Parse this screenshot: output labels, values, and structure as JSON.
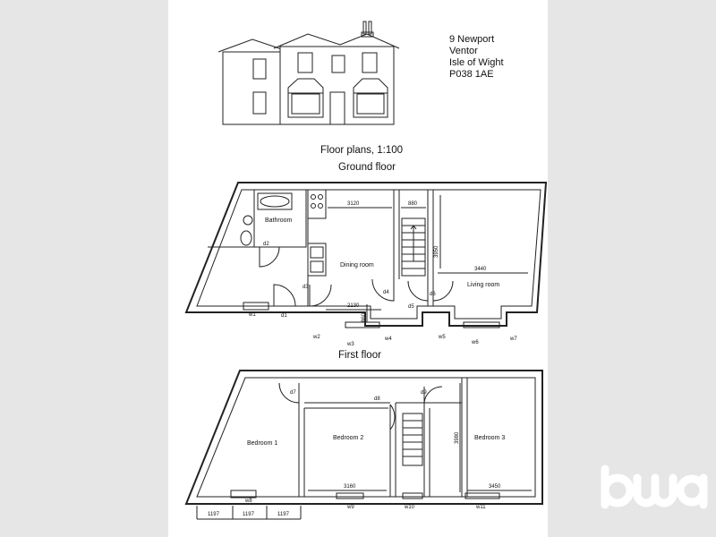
{
  "address": {
    "line1": "9 Newport",
    "line2": "Ventor",
    "line3": "Isle of Wight",
    "line4": "P038 1AE"
  },
  "headings": {
    "plans": "Floor plans, 1:100",
    "ground": "Ground floor",
    "first": "First floor"
  },
  "ground_rooms": {
    "bathroom": "Bathroom",
    "dining": "Dining room",
    "living": "Living room"
  },
  "first_rooms": {
    "bed1": "Bedroom 1",
    "bed2": "Bedroom 2",
    "bed3": "Bedroom 3"
  },
  "ground_dims": {
    "kitchen_w": "3120",
    "hall_w": "880",
    "living_w": "3440",
    "living_h": "3950",
    "dining_w": "2130",
    "bay_d": "860"
  },
  "first_dims": {
    "bed2_w": "3160",
    "bed3_w": "3450",
    "bed3_h": "3980",
    "seg1": "1197",
    "seg2": "1197",
    "seg3": "1197"
  },
  "ground_tags": {
    "d1": "d1",
    "d2": "d2",
    "d3": "d3",
    "d4": "d4",
    "d5": "d5",
    "d6": "d6",
    "w1": "w1",
    "w2": "w2",
    "w3": "w3",
    "w4": "w4",
    "w5": "w5",
    "w6": "w6",
    "w7": "w7"
  },
  "first_tags": {
    "d7": "d7",
    "d8": "d8",
    "d9": "d9",
    "w8": "w8",
    "w9": "w9",
    "w10": "w10",
    "w11": "w11"
  },
  "logo": {
    "text": "bwa",
    "color": "#ffffff"
  }
}
